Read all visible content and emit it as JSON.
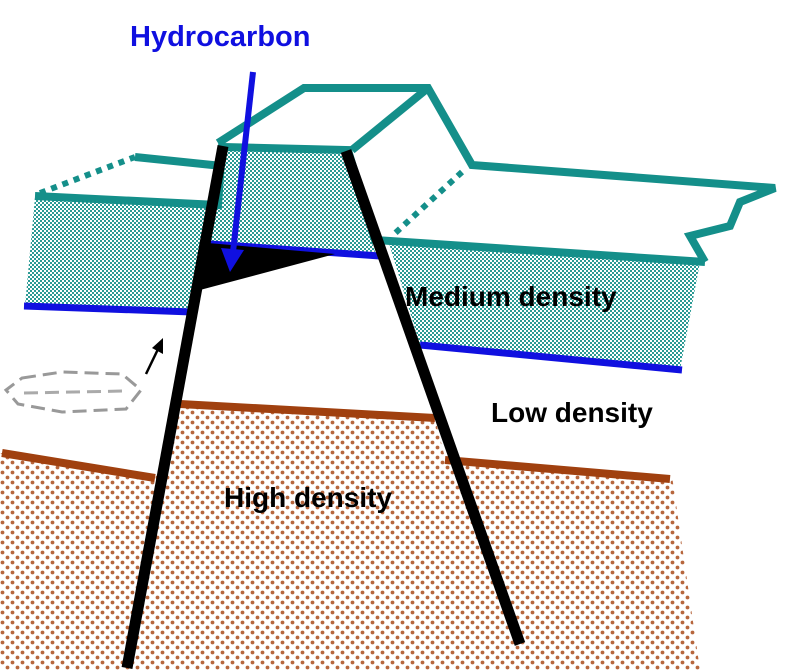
{
  "labels": {
    "hydrocarbon": "Hydrocarbon",
    "medium": "Medium density",
    "low": "Low density",
    "high": "High density"
  },
  "colors": {
    "teal": "#148f8a",
    "teal_fill": "#8fd0cc",
    "blue": "#1010e0",
    "brown": "#a0400f",
    "brown_dot": "#b7663d",
    "black": "#000000",
    "gray": "#999999"
  }
}
